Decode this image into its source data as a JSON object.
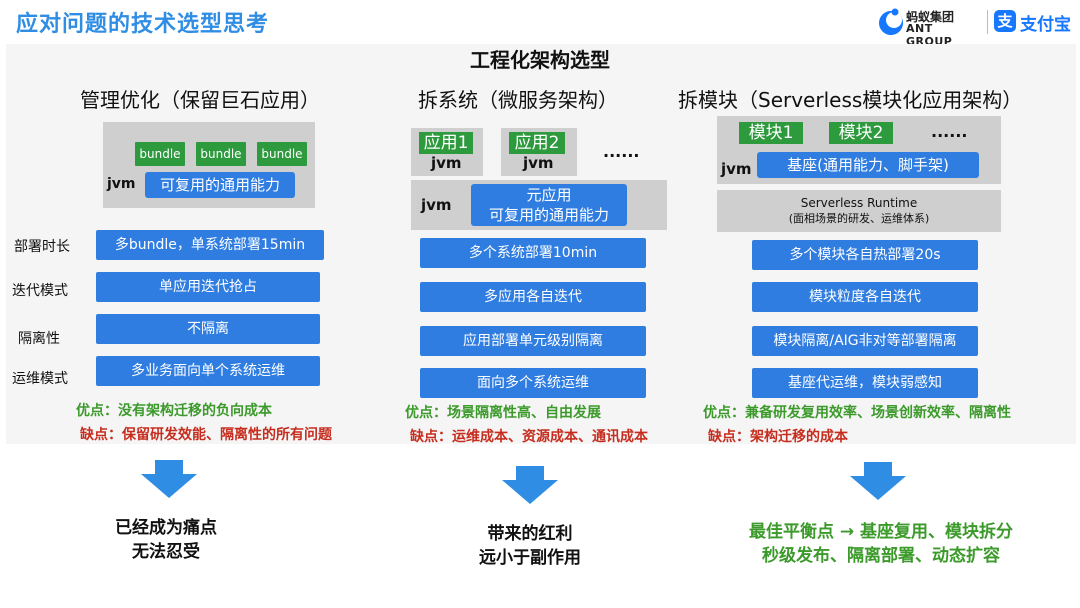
{
  "header": {
    "slide_title": "应对问题的技术选型思考",
    "ant_logo_cn": "蚂蚁集团",
    "ant_logo_en": "ANT GROUP",
    "alipay_logo_icon": "支",
    "alipay_logo_text": "支付宝"
  },
  "main_title": "工程化架构选型",
  "row_labels": [
    "部署时长",
    "迭代模式",
    "隔离性",
    "运维模式"
  ],
  "columns": [
    {
      "title": "管理优化（保留巨石应用）",
      "diagram": {
        "bundles": [
          "bundle",
          "bundle",
          "bundle"
        ],
        "jvm": "jvm",
        "capability": "可复用的通用能力"
      },
      "rows": [
        "多bundle，单系统部署15min",
        "单应用迭代抢占",
        "不隔离",
        "多业务面向单个系统运维"
      ],
      "pros": "优点：没有架构迁移的负向成本",
      "cons": "缺点：保留研发效能、隔离性的所有问题",
      "conclusion_line1": "已经成为痛点",
      "conclusion_line2": "无法忍受"
    },
    {
      "title": "拆系统（微服务架构）",
      "diagram": {
        "apps": [
          "应用1",
          "应用2"
        ],
        "app_jvm": "jvm",
        "dots": "......",
        "jvm": "jvm",
        "meta_app_line1": "元应用",
        "meta_app_line2": "可复用的通用能力"
      },
      "rows": [
        "多个系统部署10min",
        "多应用各自迭代",
        "应用部署单元级别隔离",
        "面向多个系统运维"
      ],
      "pros": "优点：场景隔离性高、自由发展",
      "cons": "缺点：运维成本、资源成本、通讯成本",
      "conclusion_line1": "带来的红利",
      "conclusion_line2": "远小于副作用"
    },
    {
      "title": "拆模块（Serverless模块化应用架构）",
      "diagram": {
        "modules": [
          "模块1",
          "模块2"
        ],
        "dots": "......",
        "jvm": "jvm",
        "base": "基座(通用能力、脚手架)",
        "runtime_line1": "Serverless Runtime",
        "runtime_line2": "(面相场景的研发、运维体系)"
      },
      "rows": [
        "多个模块各自热部署20s",
        "模块粒度各自迭代",
        "模块隔离/AIG非对等部署隔离",
        "基座代运维，模块弱感知"
      ],
      "pros": "优点：兼备研发复用效率、场景创新效率、隔离性",
      "cons": "缺点：架构迁移的成本",
      "conclusion_line1": "最佳平衡点 → 基座复用、模块拆分",
      "conclusion_line2": "秒级发布、隔离部署、动态扩容"
    }
  ],
  "colors": {
    "title_blue": "#2f8de4",
    "box_blue": "#2f7de1",
    "tag_green": "#2e9a3e",
    "pros_green": "#3c9a2b",
    "cons_red": "#c62d1f",
    "grey": "#cfcfcf",
    "panel_bg": "#f5f5f5"
  },
  "icons": [
    "ant-group-logo-icon",
    "alipay-logo-icon",
    "down-arrow-icon"
  ]
}
